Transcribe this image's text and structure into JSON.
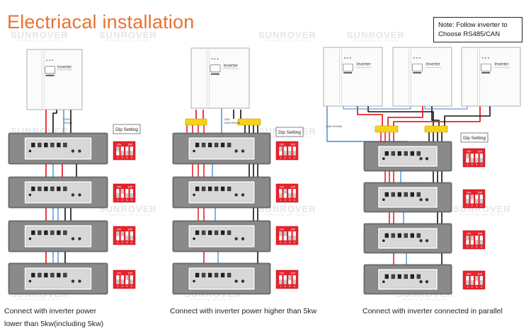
{
  "title": "Electriacal installation",
  "note": "Note: Follow inverter to Choose RS485/CAN",
  "watermark": {
    "brand": "SUNROVER",
    "tagline": "Powering the Future"
  },
  "inverter_label": "Inverter",
  "can_label": "CAN",
  "rs485_label": "RS485",
  "can_rs485_label": "CAN+RS485",
  "dip_setting_label": "Dip Setting",
  "dip_on_label": "ON",
  "dip_dip_label": "DIP",
  "dip_numbers": [
    "1",
    "2",
    "3",
    "4"
  ],
  "captions": {
    "left_line1": "Connect with inverter power",
    "left_line2": "lower than 5kw(including 5kw)",
    "middle": "Connect with inverter power higher than 5kw",
    "right": "Connect with inverter connected in parallel"
  },
  "colors": {
    "title": "#e8722f",
    "positive_cable": "#e8222b",
    "negative_cable": "#111111",
    "comm_cable": "#3a8ad8",
    "busbar": "#f7d21a",
    "battery_body": "#7a7a7a",
    "dip_switch": "#e8222b"
  },
  "icons": [
    "inverter-unit",
    "battery-module",
    "dip-switch",
    "busbar"
  ]
}
